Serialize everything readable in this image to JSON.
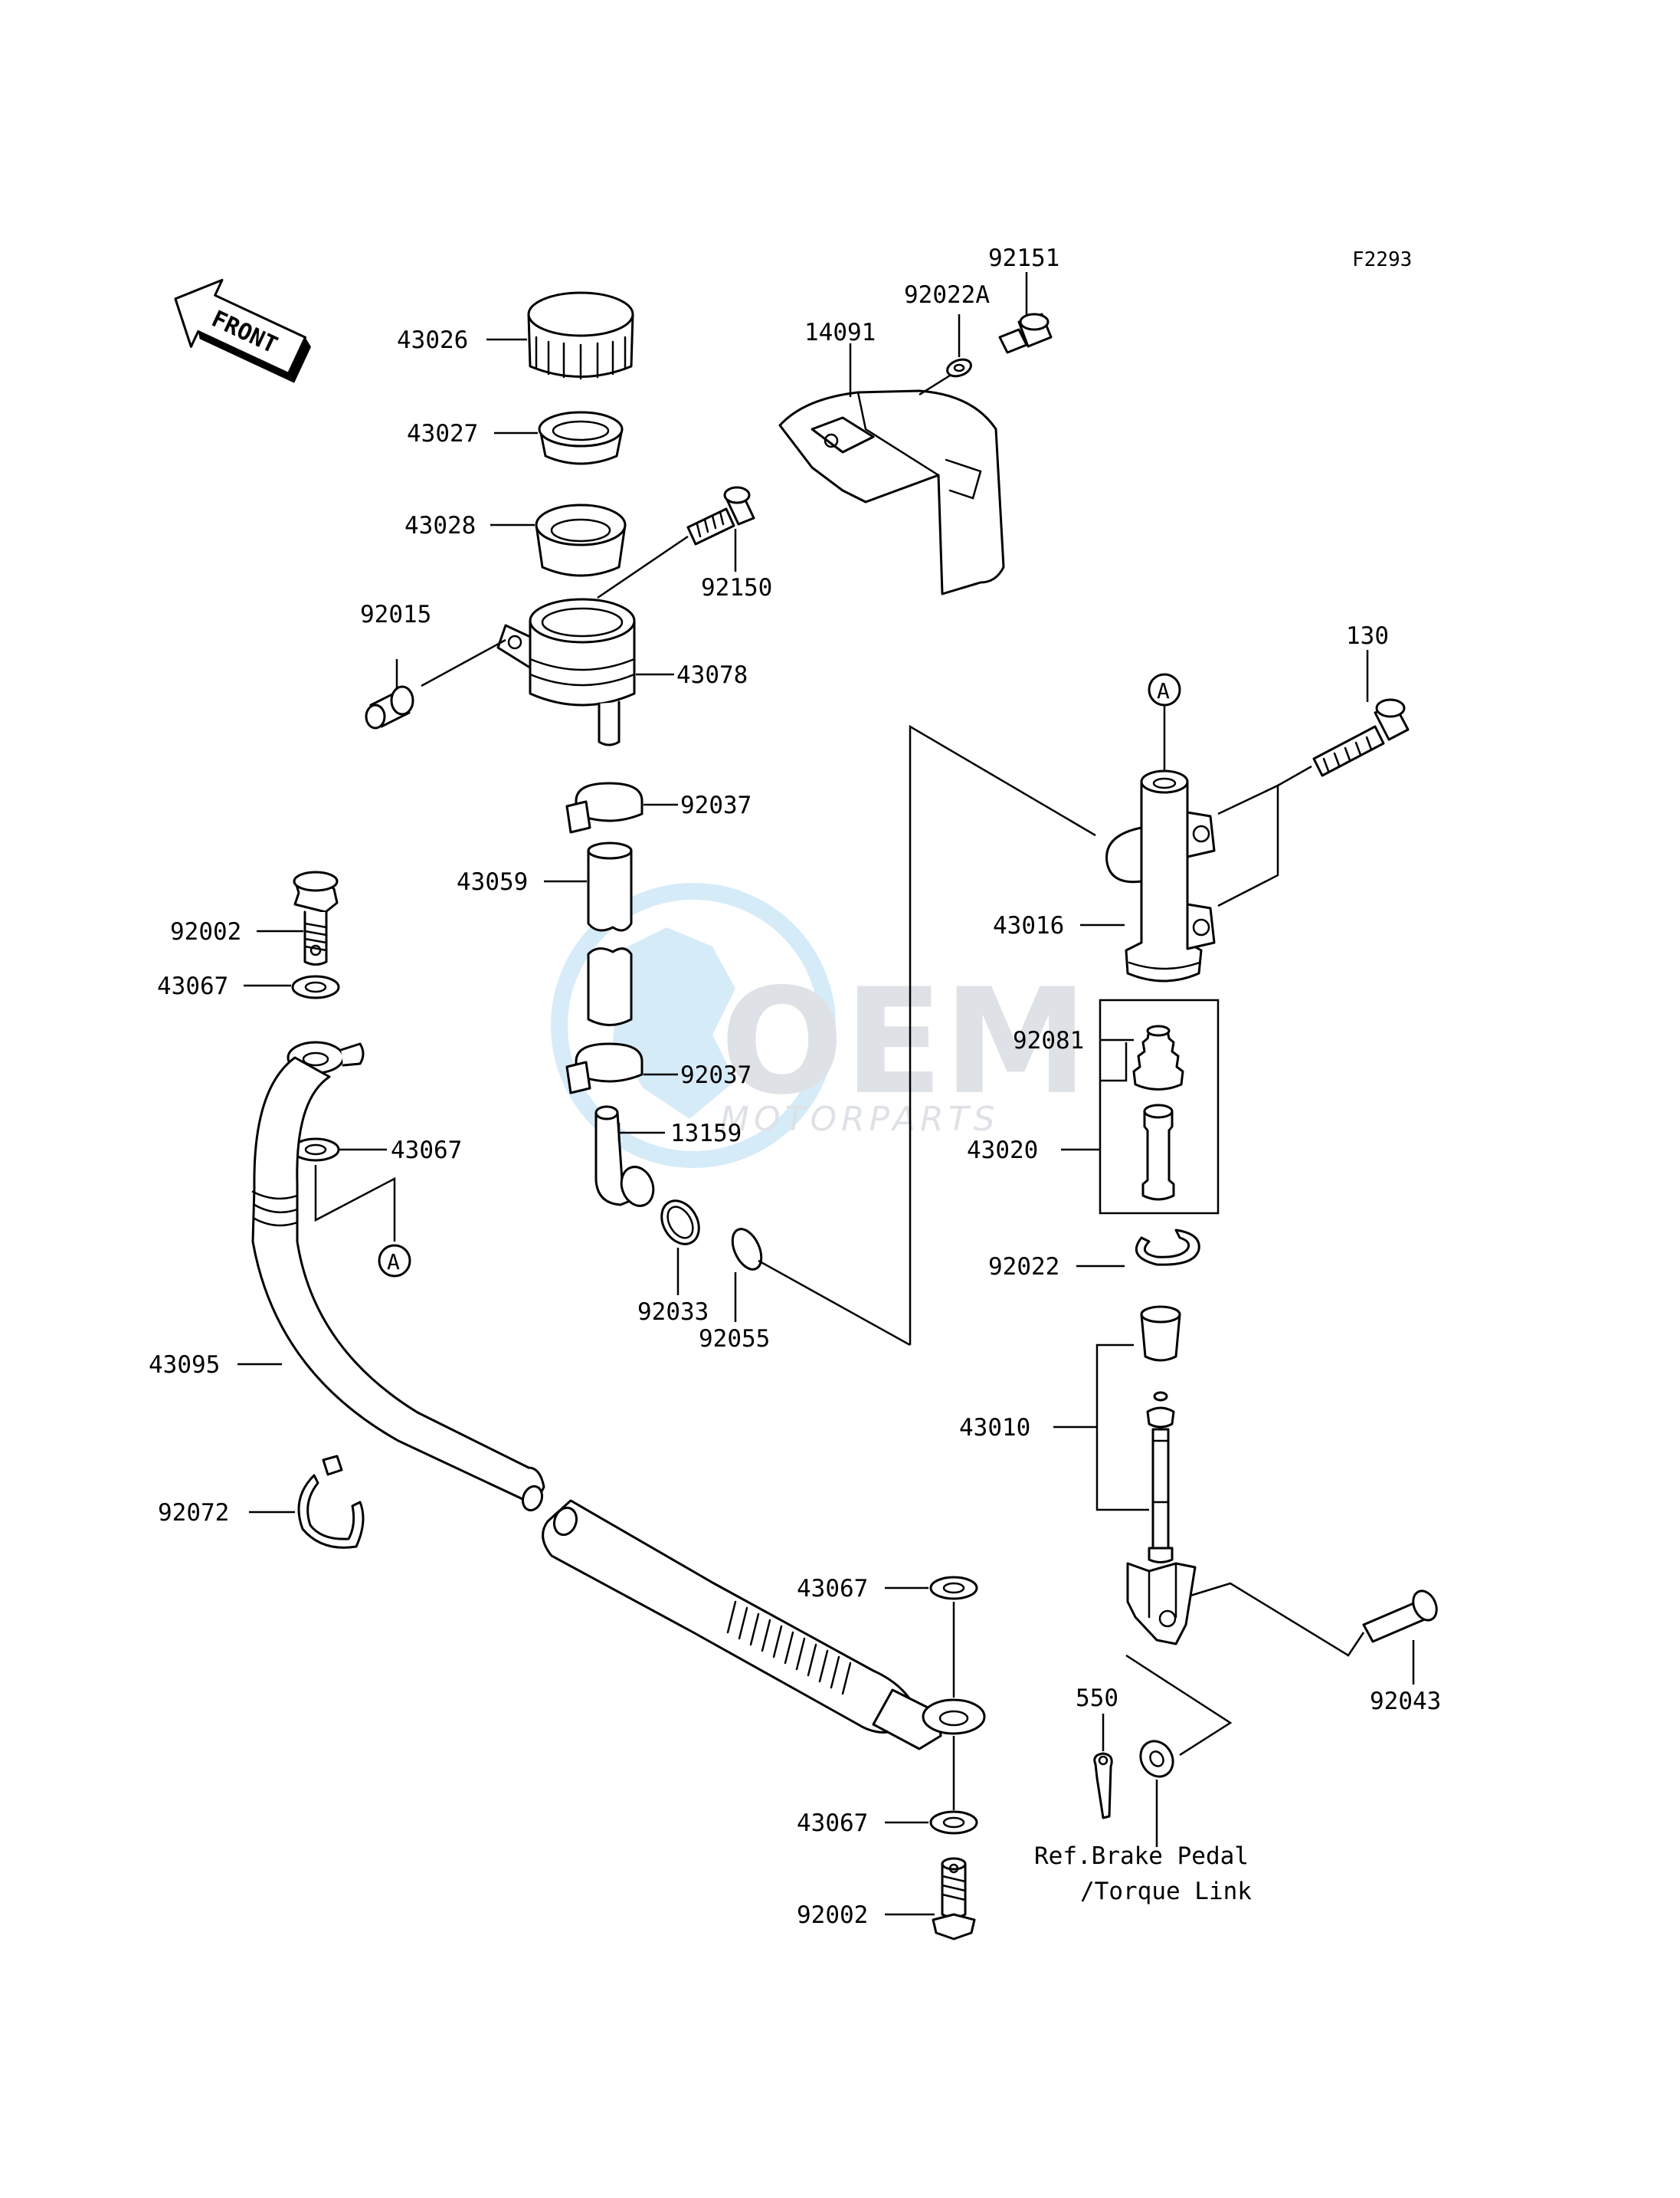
{
  "diagram_code": "F2293",
  "front_arrow_label": "FRONT",
  "circle_ref": "A",
  "labels": {
    "p92151": "92151",
    "p92022A": "92022A",
    "p14091": "14091",
    "p43026": "43026",
    "p43027": "43027",
    "p43028": "43028",
    "p92150": "92150",
    "p92015": "92015",
    "p43078": "43078",
    "p130": "130",
    "p92037a": "92037",
    "p43059": "43059",
    "p43016": "43016",
    "p92002a": "92002",
    "p43067a": "43067",
    "p92081": "92081",
    "p92037b": "92037",
    "p13159": "13159",
    "p43067b": "43067",
    "p43020": "43020",
    "p92022": "92022",
    "p92033": "92033",
    "p92055": "92055",
    "p43095": "43095",
    "p43010": "43010",
    "p92072": "92072",
    "p43067c": "43067",
    "p92043": "92043",
    "p550": "550",
    "p43067d": "43067",
    "p92002b": "92002"
  },
  "reference_note": {
    "line1": "Ref.Brake Pedal",
    "line2": "/Torque Link"
  },
  "watermark": {
    "brand": "OEM",
    "sub": "MOTORPARTS",
    "color": "#4aa8e0"
  }
}
